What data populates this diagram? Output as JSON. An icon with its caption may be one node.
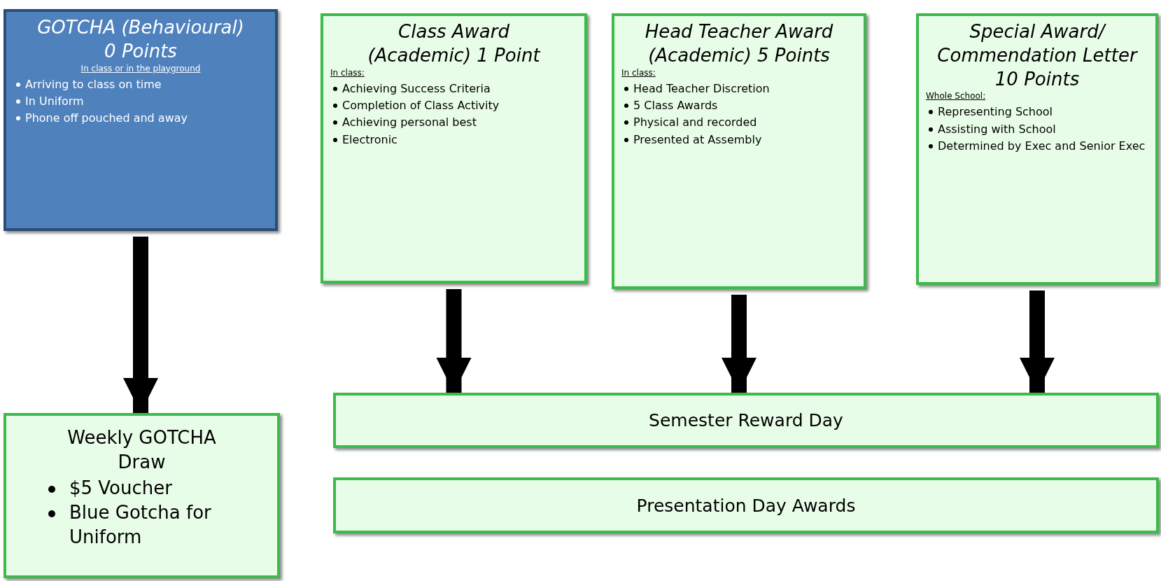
{
  "diagram": {
    "nodes": [
      {
        "text": [
          "GOTCHA (Behavioural) 0 Points",
          "In class or in the playground",
          "Arriving to class on time",
          "In Uniform",
          "Phone off pouched and away"
        ]
      },
      {
        "text": [
          "Class Award (Academic) 1 Point",
          "In class:",
          "Achieving Success Criteria",
          "Completion of Class Activity",
          "Achieving personal best",
          "Electronic"
        ]
      },
      {
        "text": [
          "Head Teacher Award (Academic) 5 Points",
          "In class:",
          "Head Teacher Discretion",
          "5 Class Awards",
          "Physical and recorded",
          "Presented at Assembly"
        ]
      },
      {
        "text": [
          "Special Award/ Commendation Letter 10 Points",
          "Whole School:",
          "Representing School",
          "Assisting with School",
          "Determined by Exec and Senior Exec"
        ]
      },
      {
        "text": [
          "Weekly GOTCHA Draw",
          "$5 Voucher",
          "Blue Gotcha for Uniform"
        ]
      },
      {
        "text": [
          "Semester Reward Day"
        ]
      },
      {
        "text": [
          "Presentation Day Awards"
        ]
      }
    ],
    "edges": [
      {
        "from": 0,
        "to": 4,
        "arrow": "to"
      },
      {
        "from": 1,
        "to": 5,
        "arrow": "to"
      },
      {
        "from": 2,
        "to": 5,
        "arrow": "to"
      },
      {
        "from": 3,
        "to": 5,
        "arrow": "to"
      }
    ]
  }
}
